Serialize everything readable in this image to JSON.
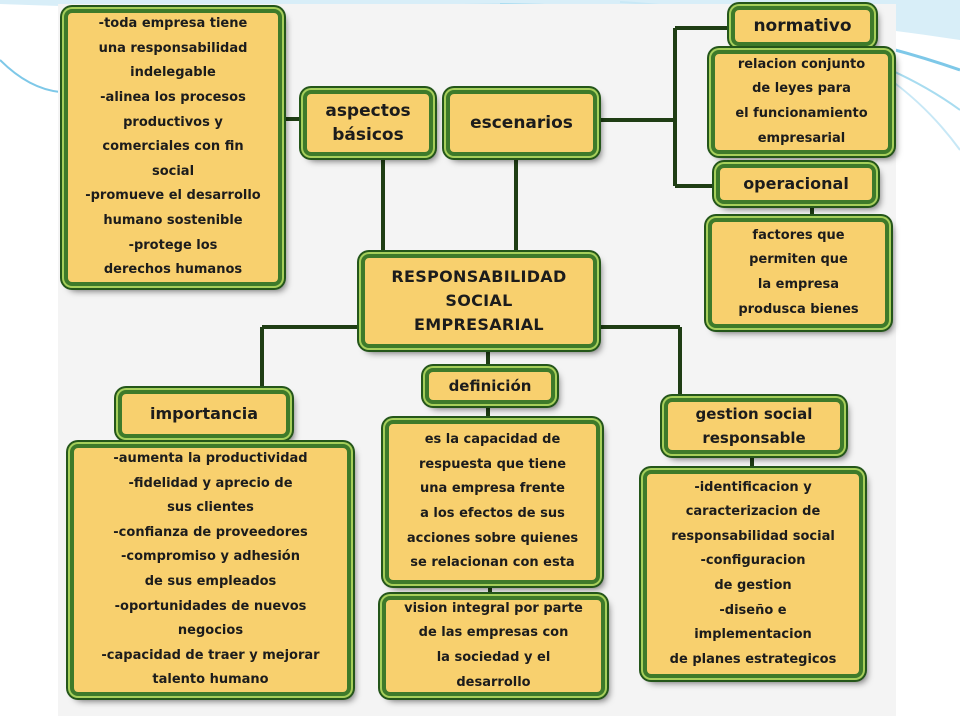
{
  "nodes": {
    "main": {
      "lines": [
        "RESPONSABILIDAD",
        "SOCIAL",
        "EMPRESARIAL"
      ]
    },
    "aspectos": {
      "lines": [
        "aspectos",
        "básicos"
      ]
    },
    "aspectos_detail": {
      "lines": [
        "-toda empresa tiene",
        "una responsabilidad",
        "indelegable",
        "-alinea los procesos",
        "productivos y",
        "comerciales con fin",
        "social",
        "-promueve el desarrollo",
        "humano sostenible",
        "-protege los",
        "derechos humanos"
      ]
    },
    "escenarios": {
      "lines": [
        "escenarios"
      ]
    },
    "normativo": {
      "lines": [
        "normativo"
      ]
    },
    "normativo_detail": {
      "lines": [
        "relacion conjunto",
        "de leyes para",
        "el funcionamiento",
        "empresarial"
      ]
    },
    "operacional": {
      "lines": [
        "operacional"
      ]
    },
    "operacional_detail": {
      "lines": [
        "factores que",
        "permiten que",
        "la empresa",
        "produsca bienes"
      ]
    },
    "importancia": {
      "lines": [
        "importancia"
      ]
    },
    "importancia_detail": {
      "lines": [
        "-aumenta la productividad",
        "-fidelidad y aprecio de",
        "sus clientes",
        "-confianza de proveedores",
        "-compromiso y adhesión",
        "de sus empleados",
        "-oportunidades de nuevos",
        "negocios",
        "-capacidad de traer y mejorar",
        "talento humano"
      ]
    },
    "definicion": {
      "lines": [
        "definición"
      ]
    },
    "definicion_detail": {
      "lines": [
        "es la capacidad de",
        "respuesta que tiene",
        "una empresa frente",
        "a los efectos de sus",
        "acciones sobre quienes",
        "se relacionan con esta"
      ]
    },
    "vision": {
      "lines": [
        "vision integral por parte",
        "de las empresas con",
        "la sociedad y el",
        "desarrollo"
      ]
    },
    "gestion": {
      "lines": [
        "gestion social",
        "responsable"
      ]
    },
    "gestion_detail": {
      "lines": [
        "-identificacion y",
        "caracterizacion de",
        "responsabilidad social",
        "-configuracion",
        "de gestion",
        "-diseño e",
        "implementacion",
        "de planes estrategicos"
      ]
    }
  },
  "colors": {
    "box_fill": "#f8d06e",
    "box_border": "#3e7a2a",
    "connector": "#1f3d14",
    "slide_accent": "#7ec8e8"
  }
}
